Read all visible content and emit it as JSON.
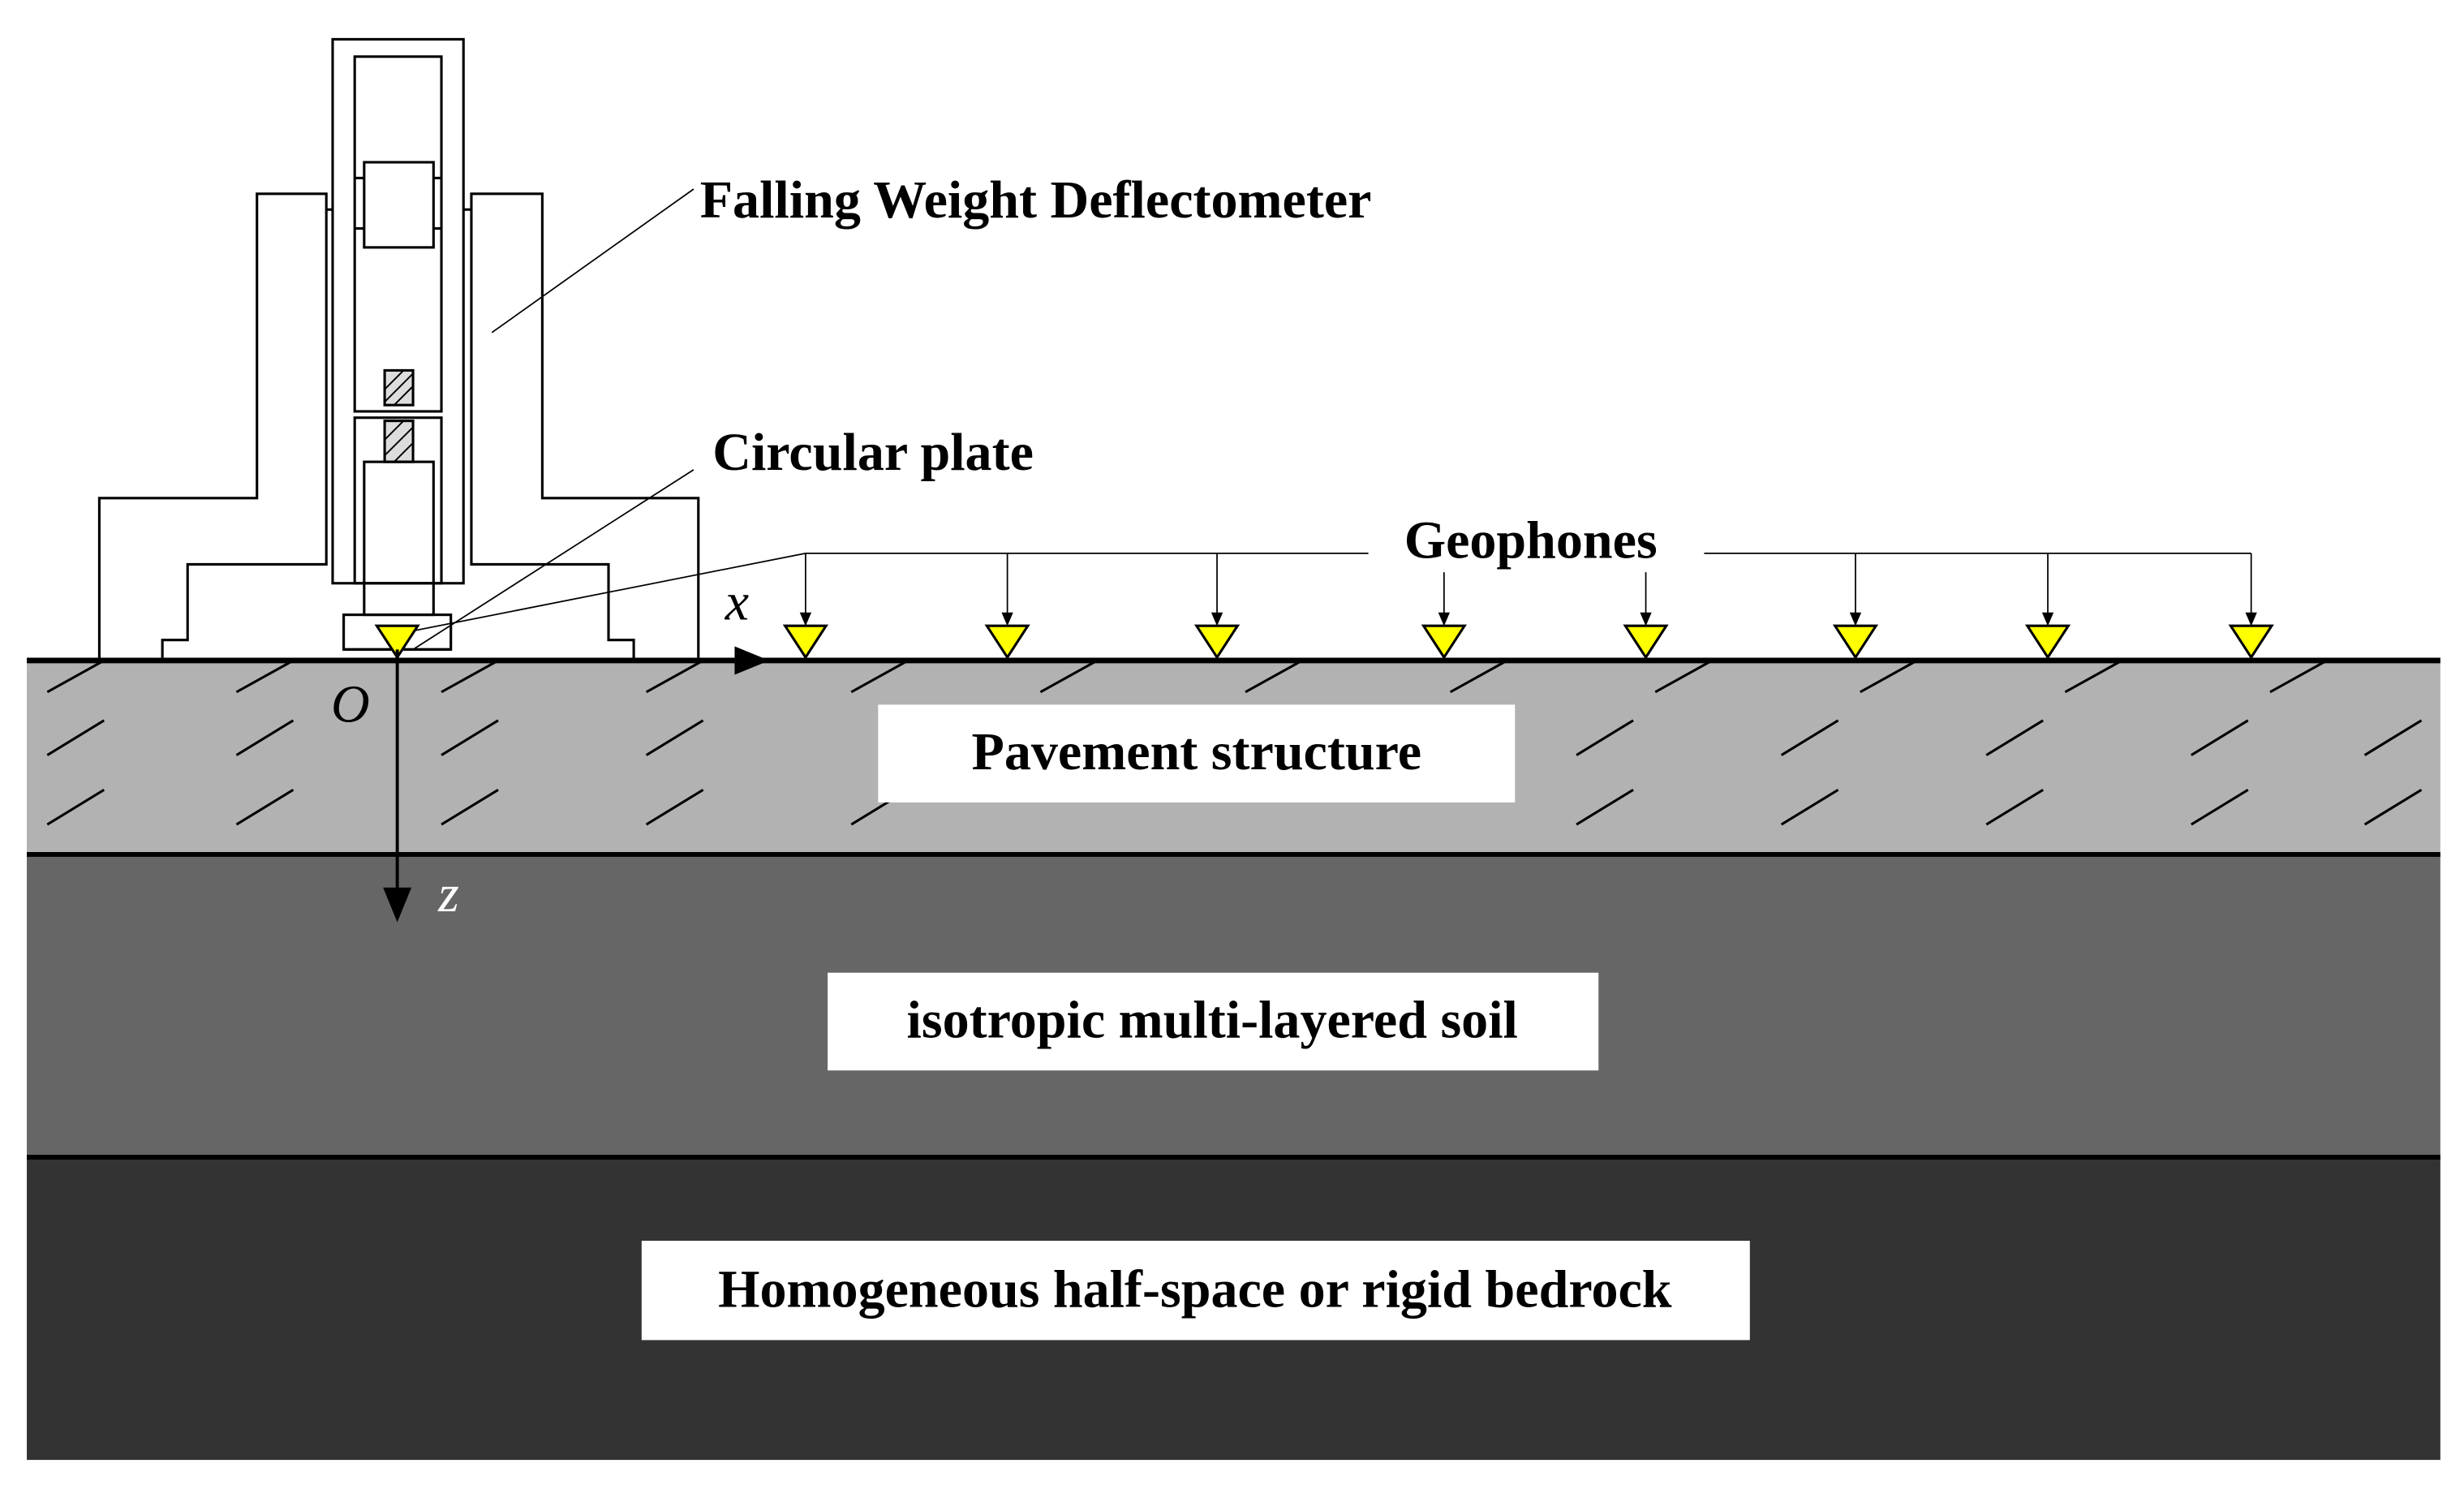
{
  "labels": {
    "fwd": "Falling Weight Deflectometer",
    "plate": "Circular plate",
    "geophones": "Geophones",
    "pavement": "Pavement structure",
    "soil": "isotropic multi-layered soil",
    "bedrock": "Homogeneous half-space or rigid bedrock"
  },
  "axes": {
    "x": "x",
    "z": "z",
    "origin": "O"
  },
  "colors": {
    "pavement": "#b2b2b2",
    "soil": "#666666",
    "bedrock": "#333333",
    "geophone": "#ffff00"
  },
  "geophone_count": 9
}
